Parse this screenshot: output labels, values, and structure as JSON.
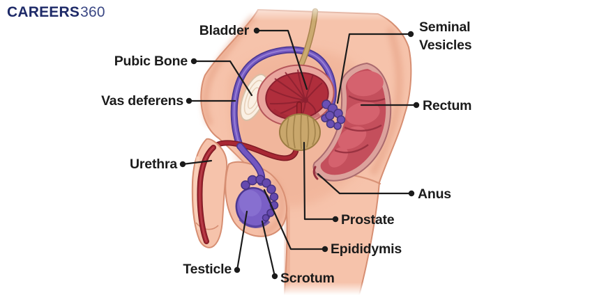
{
  "brand": {
    "name": "CAREERS",
    "suffix": "360"
  },
  "diagram": {
    "type": "anatomy-illustration",
    "labels": {
      "bladder": "Bladder",
      "seminal_vesicles_line1": "Seminal",
      "seminal_vesicles_line2": "Vesicles",
      "pubic_bone": "Pubic Bone",
      "vas_deferens": "Vas deferens",
      "rectum": "Rectum",
      "urethra": "Urethra",
      "anus": "Anus",
      "prostate": "Prostate",
      "epididymis": "Epididymis",
      "testicle": "Testicle",
      "scrotum": "Scrotum"
    },
    "colors": {
      "skin": "#f6c3ab",
      "skin_outline": "#d68e72",
      "skin_shading": "#e2987a",
      "bladder_wall": "#e9a59d",
      "bladder_interior": "#b02e3c",
      "organ_red_dark": "#8c2030",
      "rectum_wall": "#dca29c",
      "rectum_interior": "#c44f5c",
      "purple": "#7357c0",
      "purple_dark": "#4b3893",
      "tan": "#c9a76c",
      "tan_dark": "#9c7c43",
      "bone": "#faf0e4",
      "label_text": "#1b1b1b",
      "brand_navy": "#1e2a68"
    }
  }
}
